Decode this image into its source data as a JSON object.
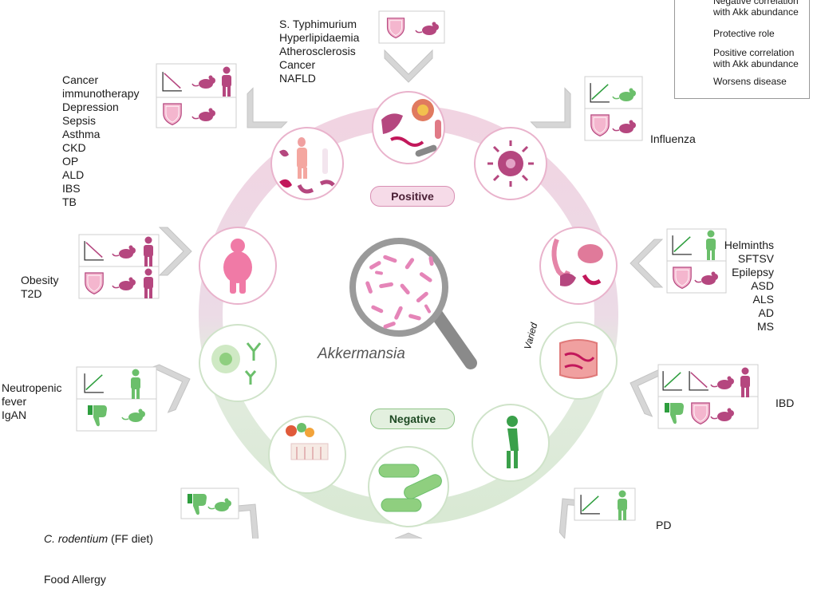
{
  "center": {
    "title": "Akkermansia"
  },
  "ring": {
    "positive_label": "Positive",
    "negative_label": "Negative",
    "varied_label": "Varied"
  },
  "labels": {
    "top": [
      "S. Typhimurium",
      "Hyperlipidaemia",
      "Atherosclerosis",
      "Cancer",
      "NAFLD"
    ],
    "top_left": [
      "Cancer",
      "immunotherapy",
      "Depression",
      "Sepsis",
      "Asthma",
      "CKD",
      "OP",
      "ALD",
      "IBS",
      "TB"
    ],
    "influenza": "Influenza",
    "obesity": [
      "Obesity",
      "T2D"
    ],
    "right_mid": [
      "Helminths",
      "SFTSV",
      "Epilepsy",
      "ASD",
      "ALS",
      "AD",
      "MS"
    ],
    "neutropenic": [
      "Neutropenic",
      "fever",
      "IgAN"
    ],
    "ibd": "IBD",
    "rodentium_italic": "C. rodentium",
    "rodentium_rest": " (FF diet)",
    "food_allergy": "Food Allergy",
    "pd": "PD"
  },
  "legend": {
    "negative_corr": [
      "Negative correlation",
      "with Akk abundance"
    ],
    "protective": "Protective role",
    "positive_corr": [
      "Positive correlation",
      "with Akk abundance"
    ],
    "worsens": "Worsens disease"
  },
  "colors": {
    "pink_ring": "#f1d5e3",
    "green_ring": "#dcead8",
    "purple": "#b5477f",
    "pink_shield": "#f4b6ce",
    "green": "#6bbf6b",
    "chevron": "#cfcfcf"
  }
}
